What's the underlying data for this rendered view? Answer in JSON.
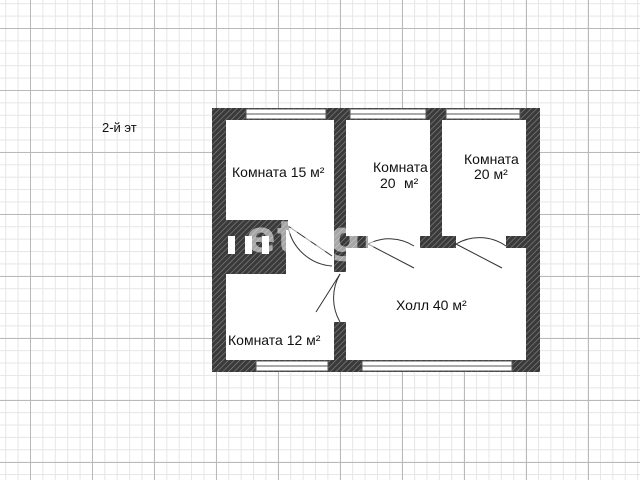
{
  "plan": {
    "floor_label": "2-й эт",
    "rooms": {
      "room_15": "Комната 15 м²",
      "room_20a_name": "Комната",
      "room_20a_area": "20",
      "room_20a_unit": "м²",
      "room_20b_name": "Комната",
      "room_20b_area": "20 м²",
      "hall": "Холл 40 м²",
      "room_12": "Комната 12 м²"
    },
    "watermark": "etagi"
  },
  "colors": {
    "wall_fill": "#3a3a3a",
    "wall_hatch": "#8a8a8a",
    "grid_major": "#b9b9b9",
    "grid_minor": "#e6e6e6",
    "floor": "#ffffff"
  }
}
